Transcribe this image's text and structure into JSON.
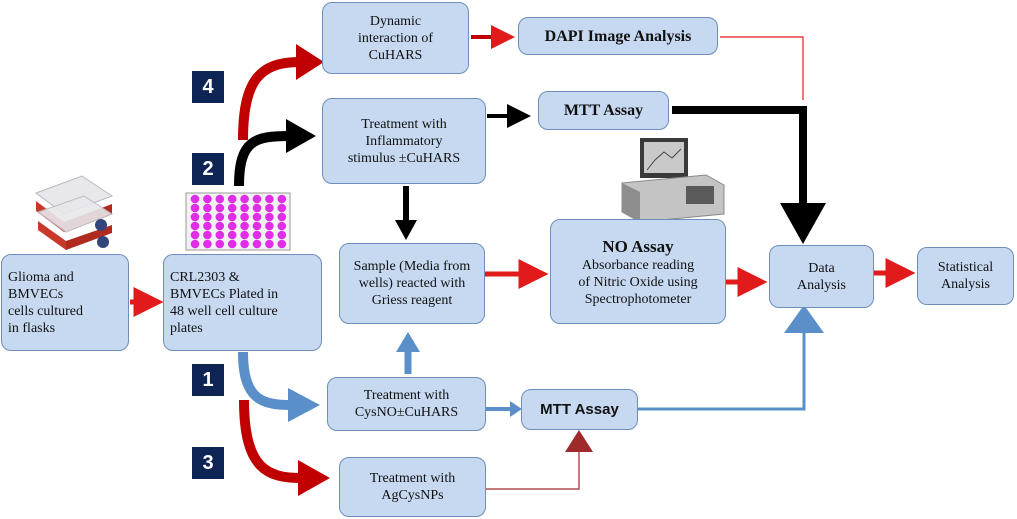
{
  "steps": {
    "dynamic_interaction": "Dynamic\ninteraction of\nCuHARS",
    "dapi": "DAPI Image Analysis",
    "treatment_inflammatory": "Treatment with\nInflammatory\nstimulus ±CuHARS",
    "mtt_top": "MTT Assay",
    "glioma": "Glioma and\nBMVECs\ncells cultured\nin flasks",
    "plated": "CRL2303 &\nBMVECs Plated in\n48 well cell culture\nplates",
    "sample": "Sample (Media from\nwells) reacted with\nGriess reagent",
    "no_assay_title": "NO Assay",
    "no_assay_body": "Absorbance reading\nof Nitric Oxide using\nSpectrophotometer",
    "data_analysis": "Data\nAnalysis",
    "statistical": "Statistical\nAnalysis",
    "treatment_cysno": "Treatment with\nCysNO±CuHARS",
    "mtt_bottom": "MTT Assay",
    "treatment_agcys": "Treatment with\nAgCysNPs"
  },
  "pathway_numbers": {
    "p1": "1",
    "p2": "2",
    "p3": "3",
    "p4": "4"
  },
  "colors": {
    "box_fill": "#c6d9f1",
    "box_border": "#6d8fb8",
    "red": "#e11b1b",
    "dark_red": "#c00000",
    "black": "#000000",
    "blue": "#5b8fc9",
    "label_bg": "#0d2455"
  },
  "icons": [
    "flask-icon",
    "well-plate-icon",
    "spectrophotometer-icon"
  ]
}
